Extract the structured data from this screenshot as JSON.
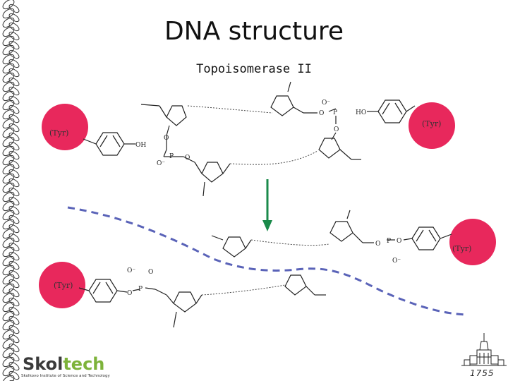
{
  "slide": {
    "title": "DNA structure",
    "subtitle": "Topoisomerase II"
  },
  "labels": {
    "tyr": "(Tyr)",
    "oh": "OH",
    "ho": "HO",
    "p": "P",
    "o": "O",
    "o_minus": "O⁻"
  },
  "colors": {
    "tyrosine_circle": "#e8285c",
    "arrow": "#1a8a4a",
    "dashed_helix": "#5a63b8",
    "structure_lines": "#222222"
  },
  "logo": {
    "name_main": "Skol",
    "name_accent": "tech",
    "subtitle": "Skolkovo Institute of Science and Technology"
  },
  "msu_emblem": {
    "year": "1755"
  }
}
